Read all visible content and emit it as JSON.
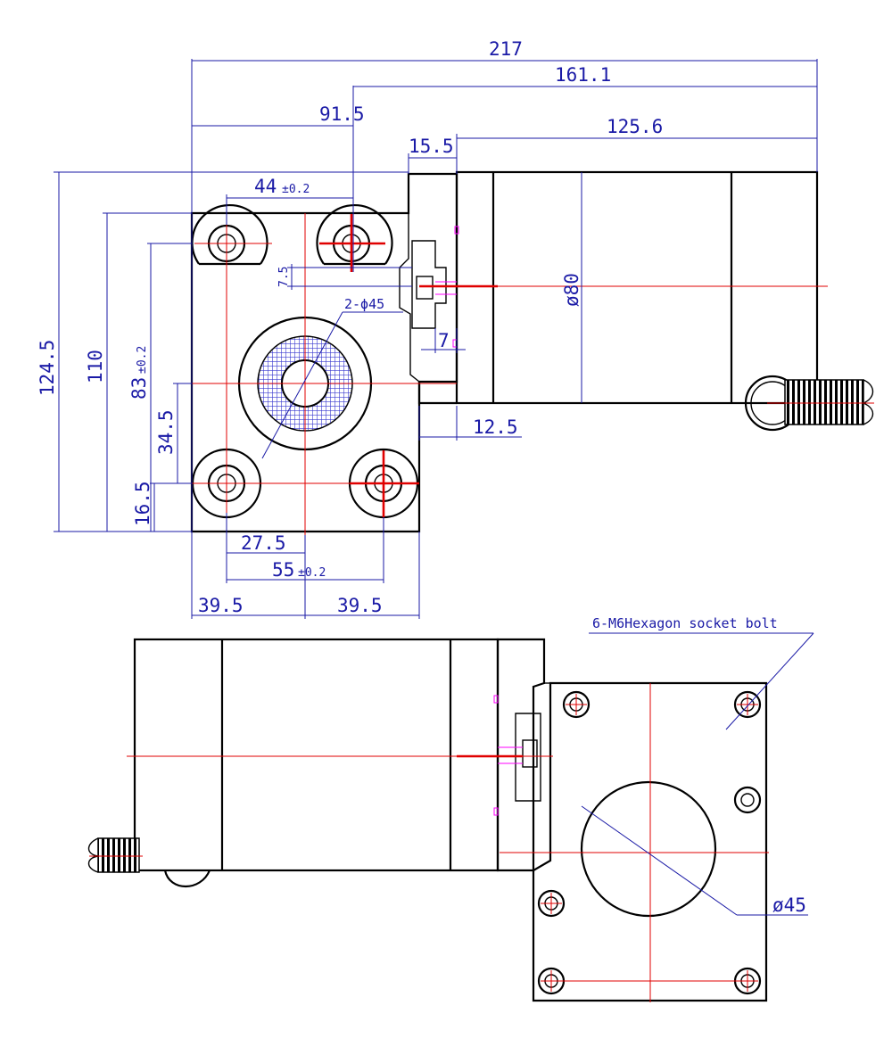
{
  "dimensions": {
    "d217": "217",
    "d161_1": "161.1",
    "d91_5": "91.5",
    "d125_6": "125.6",
    "d15_5": "15.5",
    "d44": "44",
    "d44_tol": "±0.2",
    "d124_5": "124.5",
    "d110": "110",
    "d83": "83",
    "d83_tol": "±0.2",
    "d34_5": "34.5",
    "d16_5": "16.5",
    "d7_5": "7.5",
    "d2_phi45": "2-ϕ45",
    "d7": "7",
    "d80": "ø80",
    "d12_5": "12.5",
    "d27_5": "27.5",
    "d55": "55",
    "d55_tol": "±0.2",
    "d39_5_left": "39.5",
    "d39_5_right": "39.5",
    "d45": "ø45"
  },
  "annotations": {
    "bolt_callout": "6-M6Hexagon socket bolt"
  },
  "colors": {
    "outline": "#000000",
    "dimension": "#1a1aa6",
    "centerline": "#e00000",
    "hatch": "#3a3ad0",
    "marker": "#ff00ff"
  }
}
